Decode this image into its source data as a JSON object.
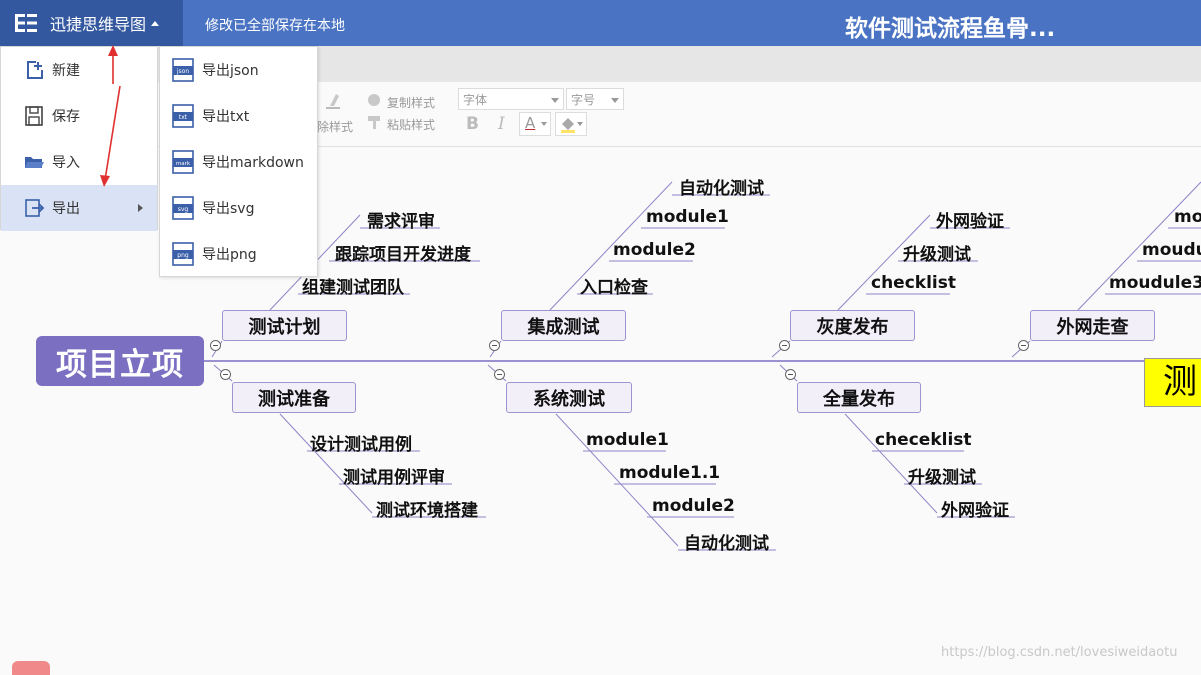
{
  "header": {
    "app_name": "迅捷思维导图",
    "save_status": "修改已全部保存在本地",
    "doc_title": "软件测试流程鱼骨..."
  },
  "toolbar": {
    "clear_style": "除样式",
    "copy_style": "复制样式",
    "paste_style": "粘贴样式",
    "font_placeholder": "字体",
    "size_placeholder": "字号",
    "bold": "B",
    "italic": "I",
    "font_color": "A"
  },
  "file_menu": {
    "items": [
      {
        "label": "新建",
        "icon": "new-file-icon"
      },
      {
        "label": "保存",
        "icon": "save-icon"
      },
      {
        "label": "导入",
        "icon": "folder-open-icon"
      },
      {
        "label": "导出",
        "icon": "export-icon",
        "has_submenu": true
      }
    ]
  },
  "export_menu": {
    "items": [
      {
        "label": "导出json",
        "badge": "json"
      },
      {
        "label": "导出txt",
        "badge": "txt"
      },
      {
        "label": "导出markdown",
        "badge": "mark"
      },
      {
        "label": "导出svg",
        "badge": "svg"
      },
      {
        "label": "导出png",
        "badge": "png"
      }
    ]
  },
  "mindmap": {
    "root": "项目立项",
    "head": "测",
    "upper": [
      {
        "label": "测试计划",
        "leaves": [
          "需求评审",
          "跟踪项目开发进度",
          "组建测试团队"
        ]
      },
      {
        "label": "集成测试",
        "leaves": [
          "自动化测试",
          "module1",
          "module2",
          "入口检查"
        ]
      },
      {
        "label": "灰度发布",
        "leaves": [
          "外网验证",
          "升级测试",
          "checklist"
        ]
      },
      {
        "label": "外网走查",
        "leaves": [
          "mo",
          "moudu",
          "moudule3"
        ]
      }
    ],
    "lower": [
      {
        "label": "测试准备",
        "leaves": [
          "设计测试用例",
          "测试用例评审",
          "测试环境搭建"
        ]
      },
      {
        "label": "系统测试",
        "leaves": [
          "module1",
          "module1.1",
          "module2",
          "自动化测试"
        ]
      },
      {
        "label": "全量发布",
        "leaves": [
          "checeklist",
          "升级测试",
          "外网验证"
        ]
      }
    ]
  },
  "watermark": "https://blog.csdn.net/lovesiweidaotu",
  "colors": {
    "topbar": "#4a74c3",
    "app_button": "#33589f",
    "root_node": "#7b6fc2",
    "spine": "#7b6fc2",
    "head_node": "#ffff00",
    "annotation_arrow": "#e03030"
  }
}
